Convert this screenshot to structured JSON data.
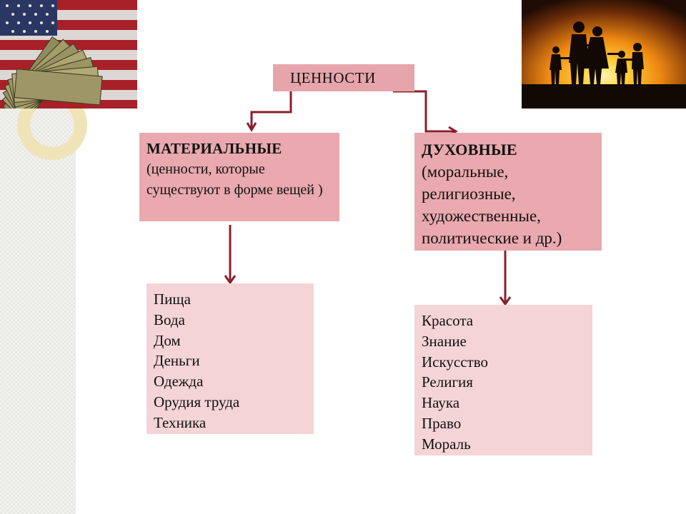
{
  "diagram": {
    "root": {
      "label": "ЦЕННОСТИ"
    },
    "material": {
      "label": "МАТЕРИАЛЬНЫЕ",
      "description": "(ценности, которые существуют в форме вещей )",
      "items": [
        "Пища",
        "Вода",
        "Дом",
        "Деньги",
        "Одежда",
        "Орудия труда",
        "Техника"
      ]
    },
    "spiritual": {
      "label": "ДУХОВНЫЕ",
      "description": "(моральные, религиозные, художественные, политические и др.)",
      "items": [
        "Красота",
        "Знание",
        "Искусство",
        "Религия",
        "Наука",
        "Право",
        "Мораль"
      ]
    }
  },
  "colors": {
    "title_box": "#e6a5ab",
    "category_box": "#e9a9ae",
    "list_box": "#f4d4d6",
    "arrow": "#8b1e2a"
  },
  "images": {
    "money_photo": "dollar-bills-and-flag-photo",
    "family_photo": "family-silhouette-sunset-photo"
  }
}
